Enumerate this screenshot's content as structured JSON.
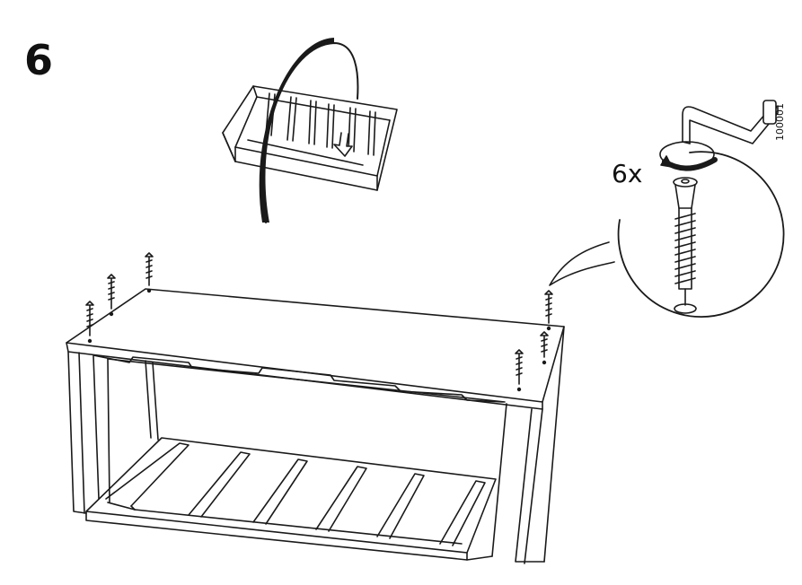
{
  "step": {
    "number": "6"
  },
  "detail": {
    "quantity": "6x",
    "part_number": "100001"
  },
  "colors": {
    "line": "#1a1a1a",
    "background": "#ffffff"
  },
  "icons": [
    "flip-arrow-icon",
    "down-arrow-icon",
    "crank-tool-icon",
    "rotate-arrow-icon",
    "screw-icon"
  ]
}
